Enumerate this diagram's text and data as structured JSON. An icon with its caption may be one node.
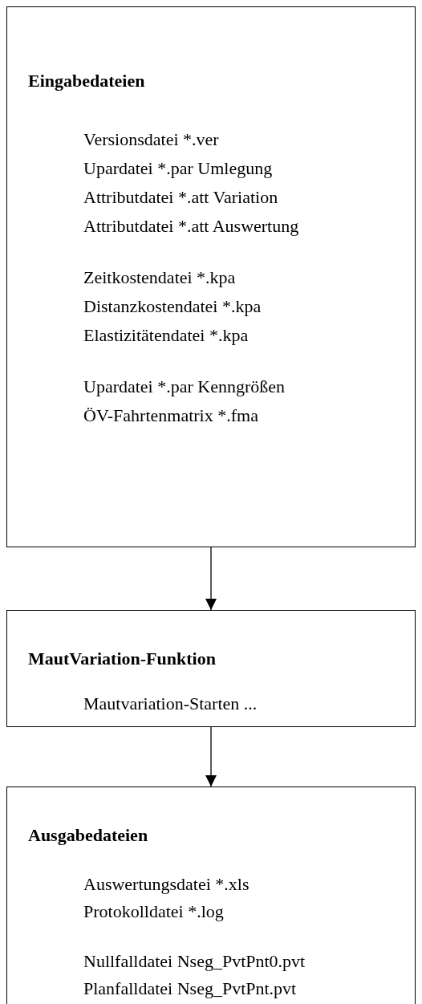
{
  "diagram": {
    "nodes": [
      {
        "text": [
          "Eingabedateien",
          "Versionsdatei *.ver",
          "Upardatei *.par Umlegung",
          "Attributdatei *.att Variation",
          "Attributdatei *.att Auswertung",
          "Zeitkostendatei *.kpa",
          "Distanzkostendatei *.kpa",
          "Elastizitätendatei *.kpa",
          "Upardatei *.par Kenngrößen",
          "ÖV-Fahrtenmatrix *.fma"
        ]
      },
      {
        "text": [
          "MautVariation-Funktion",
          "Mautvariation-Starten ..."
        ]
      },
      {
        "text": [
          "Ausgabedateien",
          "Auswertungsdatei *.xls",
          "Protokolldatei *.log",
          "Nullfalldatei Nseg_PvtPnt0.pvt",
          "Planfalldatei Nseg_PvtPnt.pvt"
        ]
      }
    ],
    "edges": [
      {
        "from": 0,
        "to": 1,
        "arrow": "to"
      },
      {
        "from": 1,
        "to": 2,
        "arrow": "to"
      }
    ]
  }
}
